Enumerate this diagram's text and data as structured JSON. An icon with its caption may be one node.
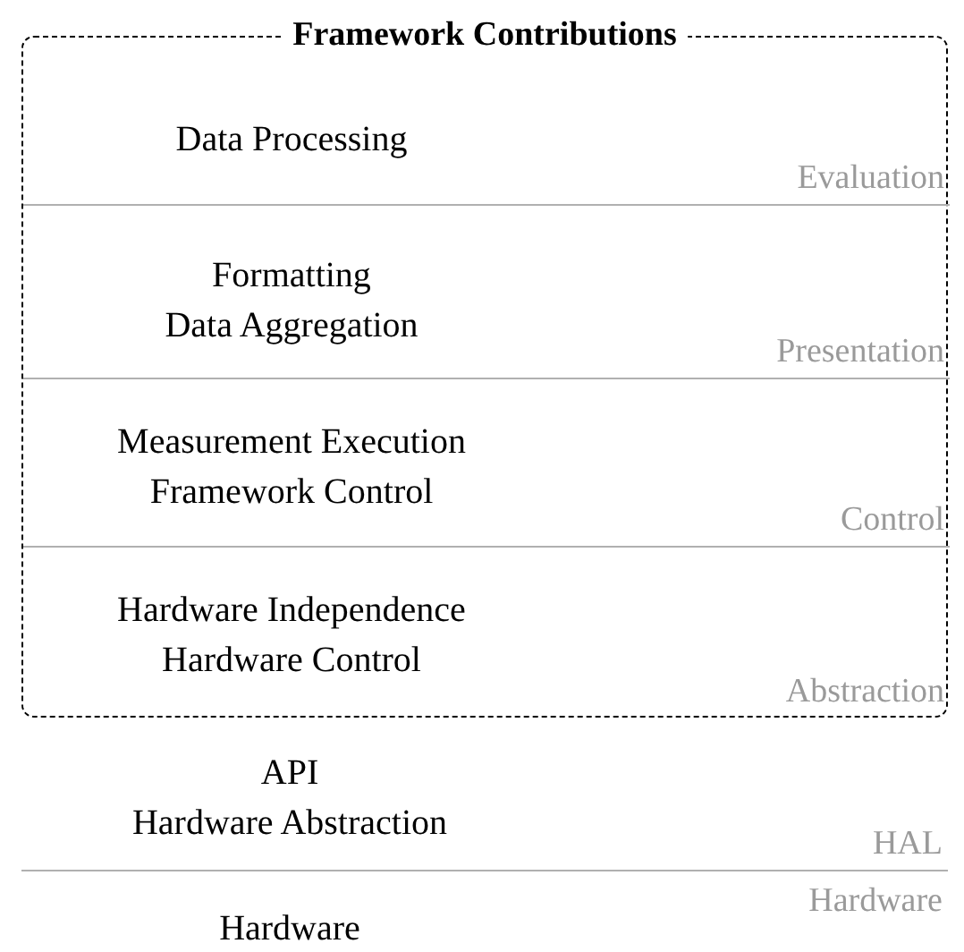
{
  "diagram": {
    "nodes": [
      {
        "text": [
          "Framework Contributions"
        ]
      },
      {
        "text": [
          "Data Processing",
          "Evaluation"
        ],
        "in": 0
      },
      {
        "text": [
          "Formatting",
          "Data Aggregation",
          "Presentation"
        ],
        "in": 0
      },
      {
        "text": [
          "Measurement Execution",
          "Framework Control",
          "Control"
        ],
        "in": 0
      },
      {
        "text": [
          "Hardware Independence",
          "Hardware Control",
          "Abstraction"
        ],
        "in": 0
      },
      {
        "text": [
          "API",
          "Hardware Abstraction",
          "HAL"
        ]
      },
      {
        "text": [
          "Hardware",
          "Hardware"
        ]
      }
    ]
  }
}
